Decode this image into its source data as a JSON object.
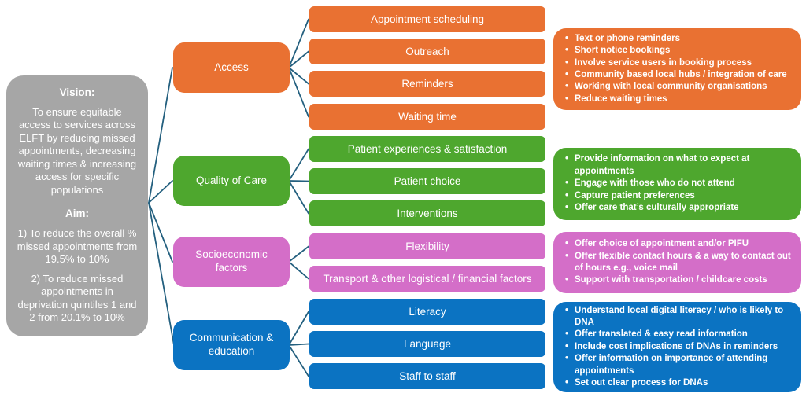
{
  "vision_box": {
    "vision_heading": "Vision:",
    "vision_text": "To ensure equitable access to services across ELFT by reducing missed appointments, decreasing waiting times & increasing access for specific populations",
    "aim_heading": "Aim:",
    "aim_1": "1) To reduce the overall % missed appointments from 19.5% to 10%",
    "aim_2": "2) To reduce missed appointments in deprivation quintiles 1 and 2 from 20.1% to 10%"
  },
  "colors": {
    "vision_box": "#A6A6A6",
    "access": "#E97132",
    "quality_of_care": "#4EA72E",
    "socioeconomic": "#D46EC8",
    "communication": "#0B73C2",
    "connector_line": "#24607F",
    "text": "#FFFFFF"
  },
  "sections": [
    {
      "label": "Access",
      "drivers": [
        "Appointment scheduling",
        "Outreach",
        "Reminders",
        "Waiting time"
      ],
      "ideas": [
        "Text or phone reminders",
        "Short notice bookings",
        "Involve service users in booking process",
        "Community based local hubs / integration of care",
        "Working with local community organisations",
        "Reduce waiting times"
      ]
    },
    {
      "label": "Quality of Care",
      "drivers": [
        "Patient experiences & satisfaction",
        "Patient choice",
        "Interventions"
      ],
      "ideas": [
        "Provide information on what to expect at appointments",
        "Engage with those who do not attend",
        "Capture patient preferences",
        "Offer care that’s culturally appropriate"
      ]
    },
    {
      "label": "Socioeconomic factors",
      "drivers": [
        "Flexibility",
        "Transport & other logistical / financial factors"
      ],
      "ideas": [
        "Offer choice of appointment and/or PIFU",
        "Offer flexible contact hours & a way to contact out of hours e.g., voice mail",
        "Support with transportation / childcare costs"
      ]
    },
    {
      "label": "Communication & education",
      "drivers": [
        "Literacy",
        "Language",
        "Staff to staff"
      ],
      "ideas": [
        "Understand local digital literacy / who is likely to DNA",
        "Offer translated & easy read information",
        "Include cost implications of DNAs in reminders",
        "Offer information on importance of attending appointments",
        "Set out clear process for DNAs"
      ]
    }
  ]
}
